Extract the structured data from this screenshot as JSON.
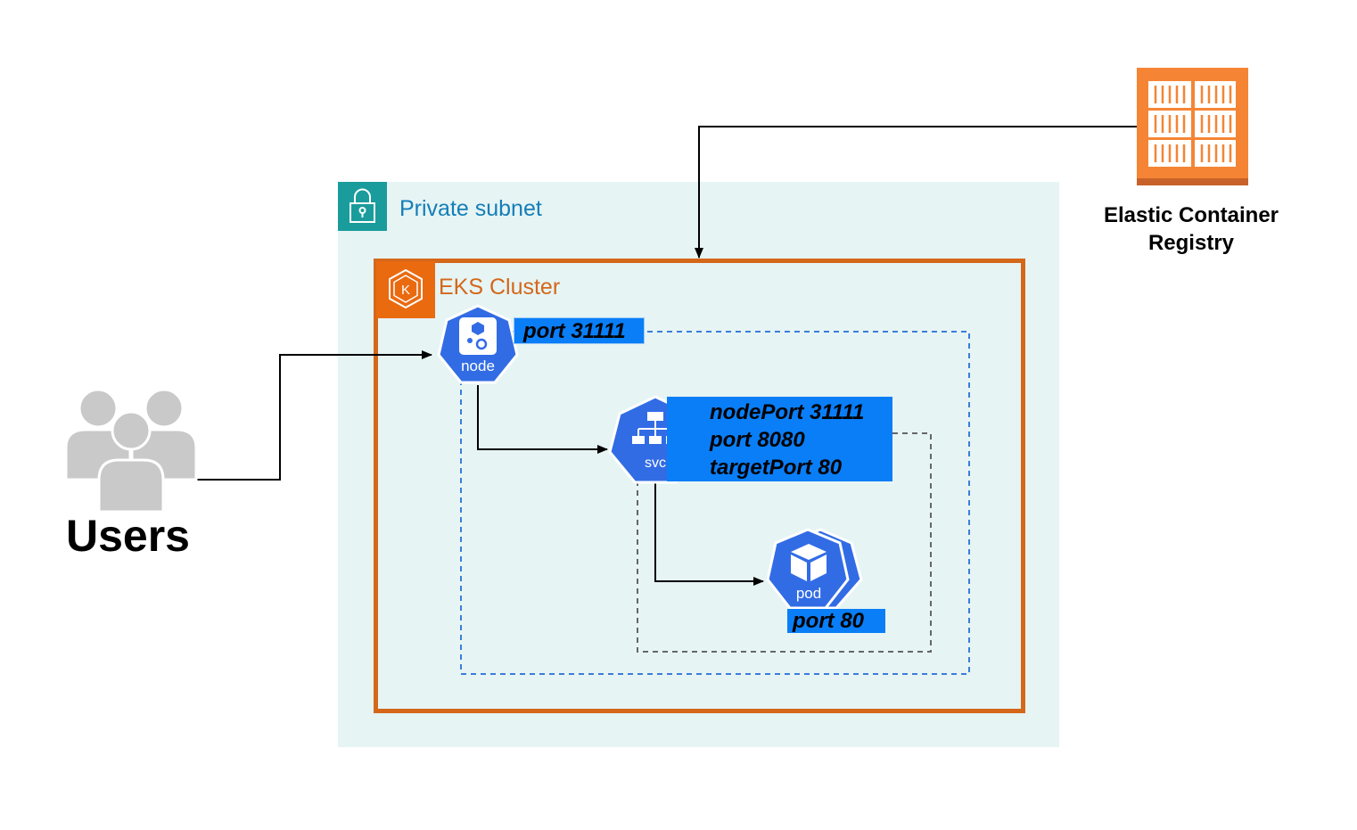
{
  "subnet": {
    "label": "Private subnet",
    "icon": "lock-icon"
  },
  "cluster": {
    "label": "EKS Cluster",
    "icon": "kubernetes-icon"
  },
  "users": {
    "label": "Users",
    "icon": "users-icon"
  },
  "ecr": {
    "label": "Elastic Container Registry",
    "icon": "container-registry-icon"
  },
  "node": {
    "icon_label": "node",
    "port_label": "port 31111"
  },
  "svc": {
    "icon_label": "svc",
    "ports": [
      "nodePort 31111",
      "port 8080",
      "targetPort 80"
    ]
  },
  "pod": {
    "icon_label": "pod",
    "port_label": "port 80"
  },
  "colors": {
    "subnet_fill": "#e6f4f4",
    "subnet_accent": "#1a9c9c",
    "cluster_border": "#d4671a",
    "k8s_blue": "#326ce5",
    "label_blue": "#0a7ef7",
    "ecr_orange": "#f58534"
  }
}
